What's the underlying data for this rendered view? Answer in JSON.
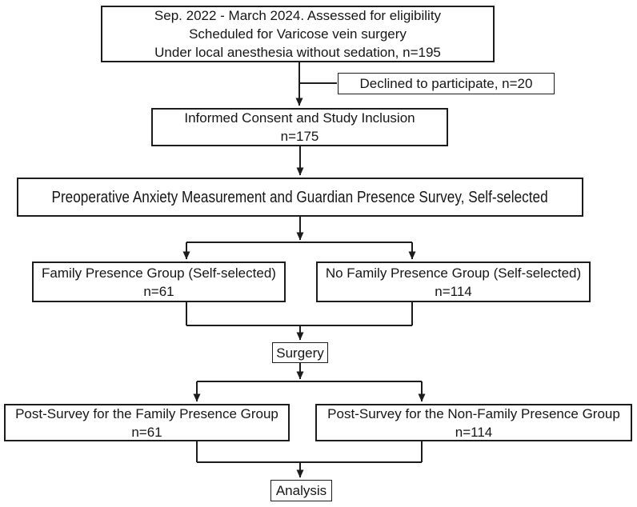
{
  "canvas": {
    "background": "#ffffff",
    "line_color": "#1c1c1c"
  },
  "boxes": {
    "eligibility": {
      "lines": [
        "Sep. 2022 - March 2024. Assessed for eligibility",
        "Scheduled for Varicose vein surgery",
        "Under local anesthesia without sedation, n=195"
      ]
    },
    "declined": {
      "lines": [
        "Declined to participate, n=20"
      ]
    },
    "consent": {
      "lines": [
        "Informed Consent and Study Inclusion",
        "n=175"
      ]
    },
    "preop_survey": {
      "lines": [
        "Preoperative Anxiety Measurement and Guardian Presence Survey, Self-selected"
      ]
    },
    "family_group": {
      "lines": [
        "Family Presence Group (Self-selected)",
        "n=61"
      ]
    },
    "no_family_group": {
      "lines": [
        "No Family Presence Group (Self-selected)",
        "n=114"
      ]
    },
    "surgery": {
      "lines": [
        "Surgery"
      ]
    },
    "post_family": {
      "lines": [
        "Post-Survey for the Family Presence Group",
        "n=61"
      ]
    },
    "post_non_family": {
      "lines": [
        "Post-Survey for the Non-Family Presence Group",
        "n=114"
      ]
    },
    "analysis": {
      "lines": [
        "Analysis"
      ]
    }
  }
}
